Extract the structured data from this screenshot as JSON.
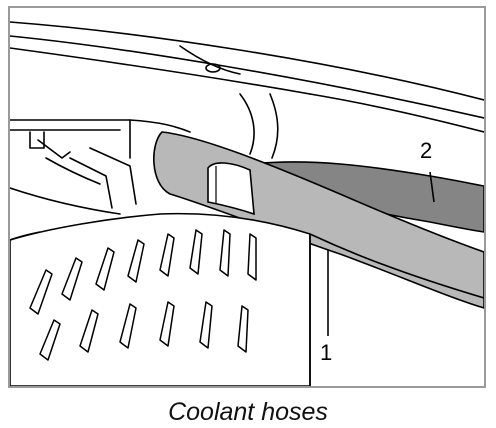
{
  "caption": "Coolant hoses",
  "callouts": [
    {
      "id": "hose-1",
      "label": "1"
    },
    {
      "id": "hose-2",
      "label": "2"
    }
  ],
  "colors": {
    "hose_1": "#b8b8b8",
    "hose_2": "#858585",
    "line_art": "#000000",
    "frame_border": "#9a9a9a"
  }
}
